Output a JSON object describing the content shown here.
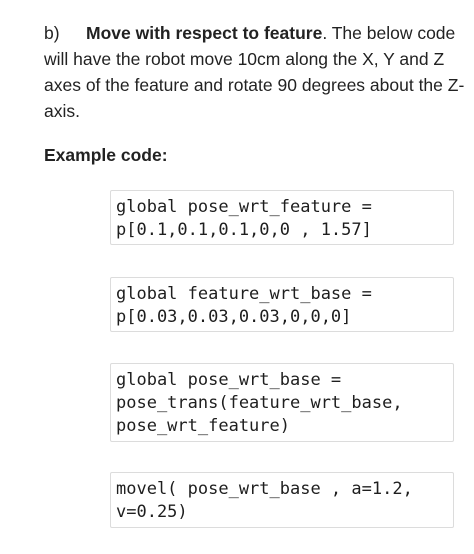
{
  "section": {
    "label": "b)",
    "title": "Move with respect to feature",
    "body": ". The below code will have the robot move 10cm along the X, Y and Z axes of the feature and rotate 90 degrees about the Z-axis."
  },
  "example_heading": "Example code:",
  "code_blocks": [
    {
      "lines": [
        "global pose_wrt_feature =",
        "p[0.1,0.1,0.1,0,0 , 1.57]"
      ]
    },
    {
      "lines": [
        "global feature_wrt_base =",
        "p[0.03,0.03,0.03,0,0,0]"
      ]
    },
    {
      "lines": [
        "global pose_wrt_base =",
        "pose_trans(feature_wrt_base,",
        "pose_wrt_feature)"
      ]
    },
    {
      "lines": [
        "movel( pose_wrt_base , a=1.2,",
        "v=0.25)"
      ]
    }
  ]
}
